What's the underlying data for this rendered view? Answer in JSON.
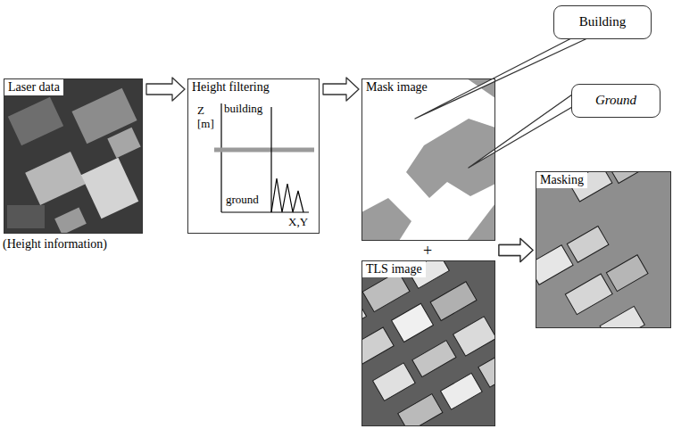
{
  "diagram": {
    "nodes": [
      {
        "text": [
          "Laser data",
          "(Height information)"
        ]
      },
      {
        "text": [
          "Height filtering",
          "Z [m]",
          "building",
          "ground",
          "X,Y"
        ]
      },
      {
        "text": [
          "Mask image"
        ]
      },
      {
        "text": [
          "Building"
        ]
      },
      {
        "text": [
          "Ground"
        ]
      },
      {
        "text": [
          "TLS image"
        ]
      },
      {
        "text": [
          "Masking"
        ]
      }
    ],
    "edges": [
      {
        "from": 0,
        "to": 1,
        "arrow": "to"
      },
      {
        "from": 1,
        "to": 2,
        "arrow": "to"
      },
      {
        "from": 3,
        "to": 2,
        "arrow": "none"
      },
      {
        "from": 4,
        "to": 2,
        "arrow": "none"
      },
      {
        "from": 2,
        "to": 6,
        "arrow": "to"
      },
      {
        "from": 5,
        "to": 6,
        "arrow": "to"
      }
    ],
    "labels": [
      "+"
    ]
  }
}
